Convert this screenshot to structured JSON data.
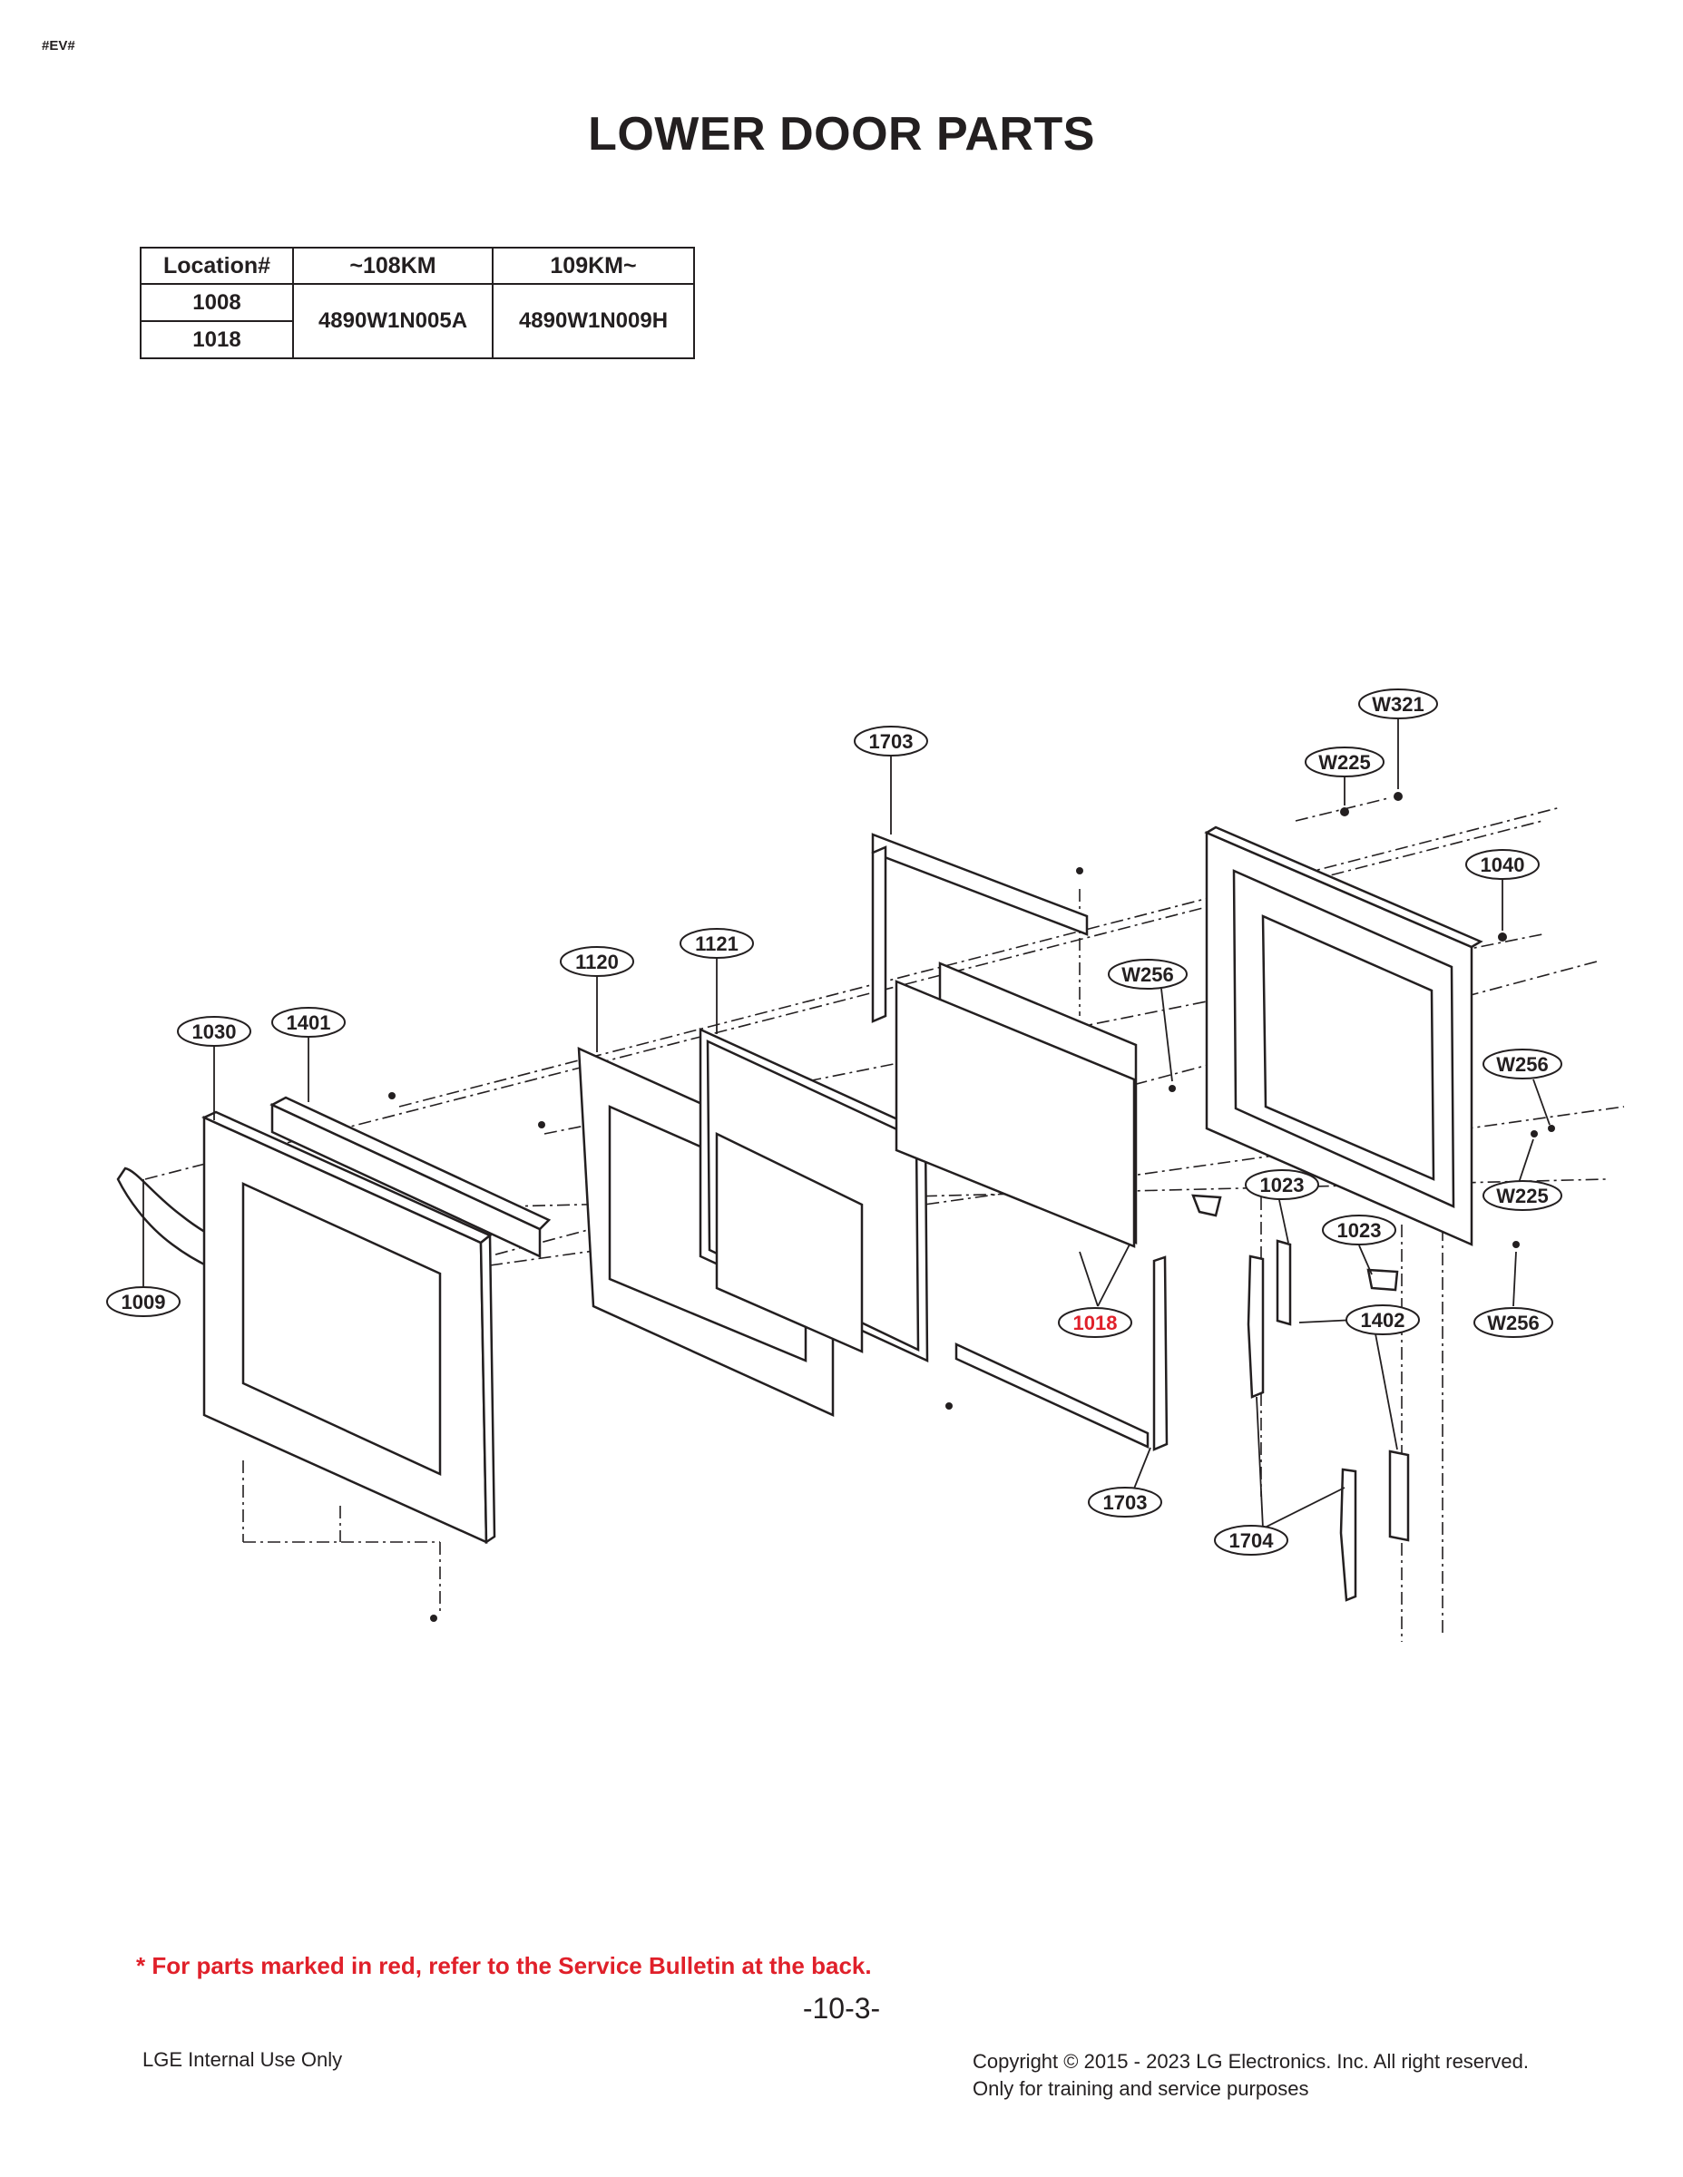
{
  "doc_tag": "#EV#",
  "title": "LOWER DOOR PARTS",
  "location_table": {
    "headers": [
      "Location#",
      "~108KM",
      "109KM~"
    ],
    "locations": [
      "1008",
      "1018"
    ],
    "part_108": "4890W1N005A",
    "part_109": "4890W1N009H"
  },
  "callouts": {
    "c1703_top": "1703",
    "c1703_bottom": "1703",
    "w321": "W321",
    "w225_top": "W225",
    "w225_right": "W225",
    "c1040": "1040",
    "w256_center": "W256",
    "w256_right": "W256",
    "w256_bottom": "W256",
    "c1120": "1120",
    "c1121": "1121",
    "c1030": "1030",
    "c1401": "1401",
    "c1009": "1009",
    "c1023_a": "1023",
    "c1023_b": "1023",
    "c1018": "1018",
    "c1402": "1402",
    "c1704": "1704"
  },
  "colors": {
    "red": "#e0202a",
    "ink": "#231f20"
  },
  "note": "* For parts marked in red, refer to the Service Bulletin at the back.",
  "footer": {
    "left": "LGE Internal Use Only",
    "page_number": "-10-3-",
    "copyright": "Copyright © 2015 - 2023 LG Electronics. Inc. All right reserved.",
    "training": "Only for training and service purposes"
  }
}
